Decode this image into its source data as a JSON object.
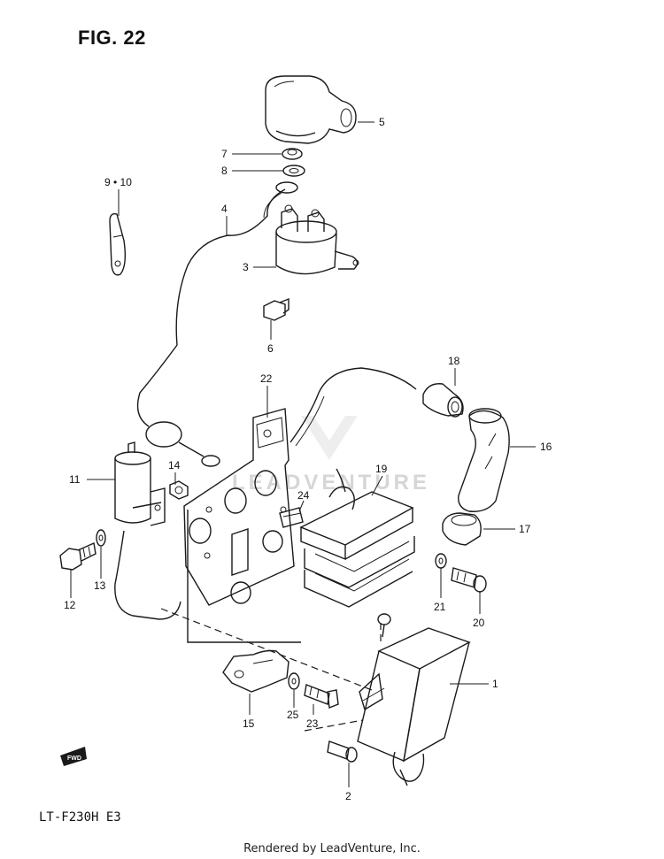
{
  "figure": {
    "title": "FIG. 22",
    "model_code": "LT-F230H E3",
    "footer": "Rendered by LeadVenture, Inc.",
    "watermark": "LEADVENTURE",
    "fwd_label": "FWD"
  },
  "callouts": {
    "c1": "1",
    "c2": "2",
    "c3": "3",
    "c4": "4",
    "c5": "5",
    "c6": "6",
    "c7": "7",
    "c8": "8",
    "c9_10": "9 • 10",
    "c11": "11",
    "c12": "12",
    "c13": "13",
    "c14": "14",
    "c15": "15",
    "c16": "16",
    "c17": "17",
    "c18": "18",
    "c19": "19",
    "c20": "20",
    "c21": "21",
    "c22": "22",
    "c23": "23",
    "c24": "24",
    "c25": "25"
  }
}
